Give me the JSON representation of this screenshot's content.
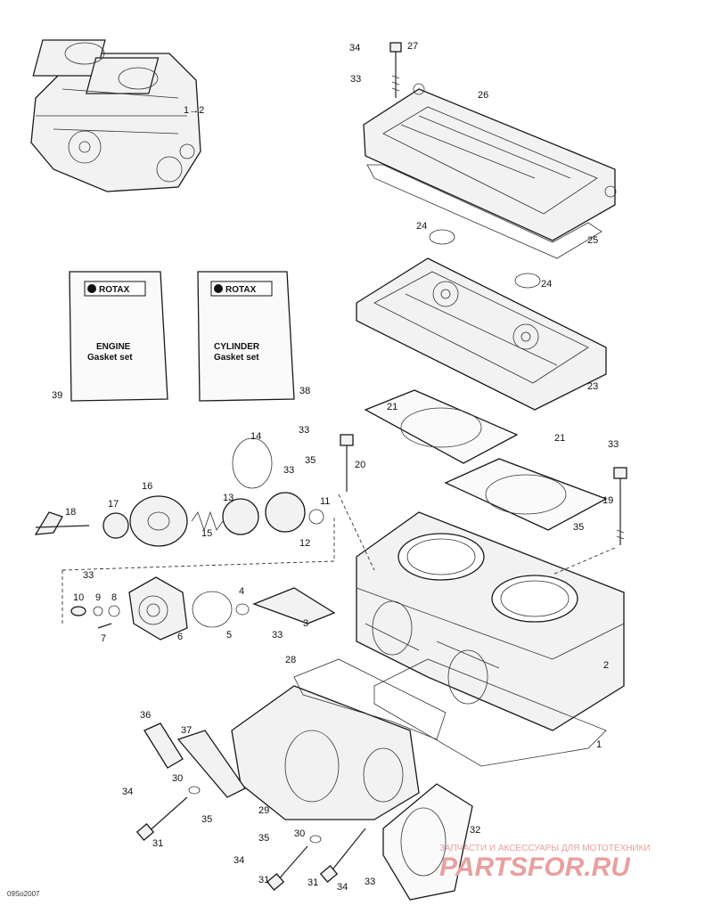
{
  "manuals": {
    "brand": "ROTAX",
    "engine_title": "ENGINE",
    "engine_sub": "Gasket set",
    "engine_num": "39",
    "cylinder_title": "CYLINDER",
    "cylinder_sub": "Gasket set",
    "cylinder_num": "38"
  },
  "arrow_note": "1→2",
  "callouts": {
    "c27": "27",
    "c34a": "34",
    "c33a": "33",
    "c26": "26",
    "c24a": "24",
    "c25": "25",
    "c24b": "24",
    "c23": "23",
    "c21a": "21",
    "c21b": "21",
    "c33b": "33",
    "c20": "20",
    "c35a": "35",
    "c33c": "33",
    "c19": "19",
    "c35b": "35",
    "c14": "14",
    "c33d": "33",
    "c16": "16",
    "c13": "13",
    "c11": "11",
    "c18": "18",
    "c17": "17",
    "c15": "15",
    "c12": "12",
    "c33e": "33",
    "c9": "9",
    "c8": "8",
    "c10": "10",
    "c7": "7",
    "c6": "6",
    "c4": "4",
    "c5": "5",
    "c3": "3",
    "c33f": "33",
    "c28": "28",
    "c2": "2",
    "c1": "1",
    "c36": "36",
    "c37": "37",
    "c34b": "34",
    "c30a": "30",
    "c35c": "35",
    "c31a": "31",
    "c29": "29",
    "c32": "32",
    "c30b": "30",
    "c35d": "35",
    "c34c": "34",
    "c31b": "31",
    "c31c": "31",
    "c34d": "34",
    "c33g": "33"
  },
  "watermark": {
    "line1": "ЗАПЧАСТИ И АКСЕССУАРЫ ДЛЯ МОТОТЕХНИКИ",
    "line2": "PARTSFOR.RU",
    "color": "#e8a0a0"
  },
  "figure_code": "09So2007"
}
